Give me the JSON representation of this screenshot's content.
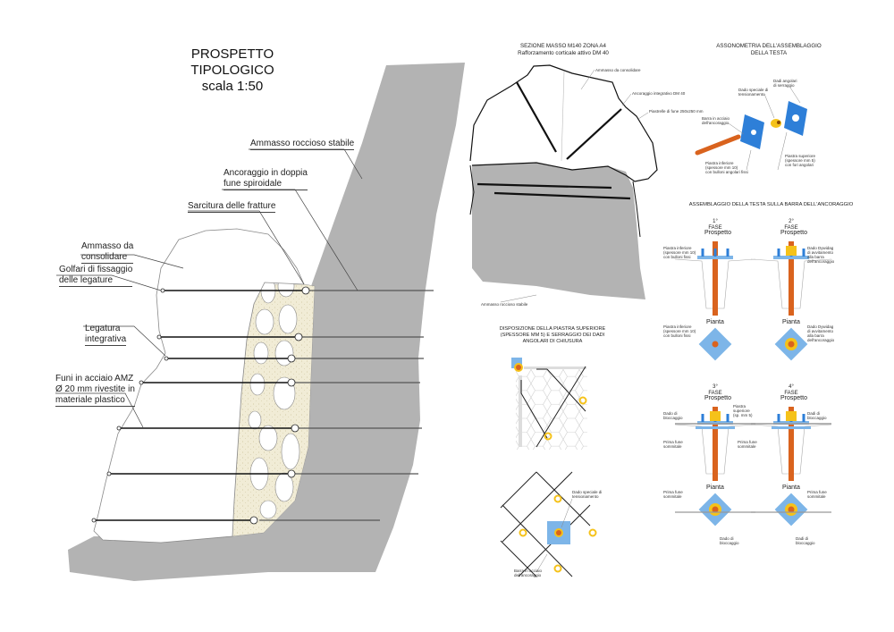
{
  "left_panel": {
    "title": "PROSPETTO TIPOLOGICO",
    "scale": "scala 1:50",
    "labels": {
      "stable_rock": "Ammasso roccioso stabile",
      "anchor_line1": "Ancoraggio in doppia",
      "anchor_line2": "fune spiroidale",
      "fracture_fill": "Sarcitura delle fratture",
      "mass_line1": "Ammasso da",
      "mass_line2": "consolidare",
      "eyebolt_line1": "Golfari di fissaggio",
      "eyebolt_line2": "delle legature",
      "tie_line1": "Legatura",
      "tie_line2": "integrativa",
      "rope_line1": "Funi in acciaio AMZ",
      "rope_line2": "Ø 20 mm rivestite in",
      "rope_line3": "materiale plastico"
    }
  },
  "section": {
    "title_line1": "SEZIONE MASSO M140 ZONA A4",
    "title_line2": "Rafforzamento corticale attivo DM 40",
    "labels": {
      "mass": "Ammasso da consolidare",
      "anchor": "Ancoraggio integrativo DM 40",
      "plate": "Piastrelle di fune 250x250 mm",
      "stable": "Ammasso roccioso stabile"
    }
  },
  "axonometry": {
    "title_line1": "ASSONOMETRIA DELL'ASSEMBLAGGIO",
    "title_line2": "DELLA TESTA",
    "labels": {
      "corner_nuts_line1": "Dadi angolari",
      "corner_nuts_line2": "di serraggio",
      "special_nut_line1": "Dado speciale di",
      "special_nut_line2": "tensionamento",
      "bar_line1": "Barra in acciaio",
      "bar_line2": "dell'ancoraggio",
      "lower_plate_line1": "Piastra inferiore",
      "lower_plate_line2": "(spessore mm 10)",
      "lower_plate_line3": "con bulloni angolari fissi",
      "upper_plate_line1": "Piastra superiore",
      "upper_plate_line2": "(spessore mm 5)",
      "upper_plate_line3": "con fori angolari"
    }
  },
  "layout_detail": {
    "title_line1": "DISPOSIZIONE DELLA PIASTRA SUPERIORE",
    "title_line2": "(SPESSORE MM 5) E SERRAGGIO DEI DADI",
    "title_line3": "ANGOLARI DI CHIUSURA",
    "labels": {
      "special_nut_line1": "Dado speciale di",
      "special_nut_line2": "tensionamento",
      "bar_line1": "Barra in acciaio",
      "bar_line2": "dell'ancoraggio"
    }
  },
  "assembly": {
    "title": "ASSEMBLAGGIO DELLA TESTA SULLA BARRA DELL'ANCORAGGIO",
    "elevation": "Prospetto",
    "plan": "Pianta",
    "phases": [
      {
        "name": "1° FASE",
        "labels": [
          "Piastra inferiore",
          "(spessore mm 10)",
          "con bulloni fissi"
        ],
        "plan_labels": [
          "Piastra inferiore",
          "(spessore mm 10)",
          "con bulloni fissi"
        ]
      },
      {
        "name": "2° FASE",
        "labels": [
          "Dado Dywidag",
          "di avvitamento",
          "alla barra",
          "dell'ancoraggio"
        ],
        "plan_labels": [
          "Dado Dywidag",
          "di avvitamento",
          "alla barra",
          "dell'ancoraggio"
        ]
      },
      {
        "name": "3° FASE",
        "labels": [
          "Dado di",
          "bloccaggio"
        ],
        "labels_right": [
          "Piastra",
          "superiore",
          "(sp. mm 5)"
        ],
        "rope_label": [
          "Prima fune",
          "sommitale"
        ],
        "plan_labels": [
          "Prima fune",
          "sommitale"
        ],
        "plan_nut": [
          "Dado di",
          "bloccaggio"
        ]
      },
      {
        "name": "4° FASE",
        "labels": [
          "Dadi di",
          "bloccaggio"
        ],
        "rope_label": [
          "Prima fune",
          "sommitale"
        ],
        "plan_labels": [
          "Prima fune",
          "sommitale"
        ],
        "plan_nut": [
          "Dadi di",
          "bloccaggio"
        ]
      }
    ]
  },
  "colors": {
    "rock_gray": "#b3b3b3",
    "fill_cream": "#f1ecd6",
    "plate_blue": "#7db5e8",
    "plate_blue_dark": "#2e7fd8",
    "bar_orange": "#d9631e",
    "nut_yellow": "#f5c21a",
    "line": "#111111"
  }
}
